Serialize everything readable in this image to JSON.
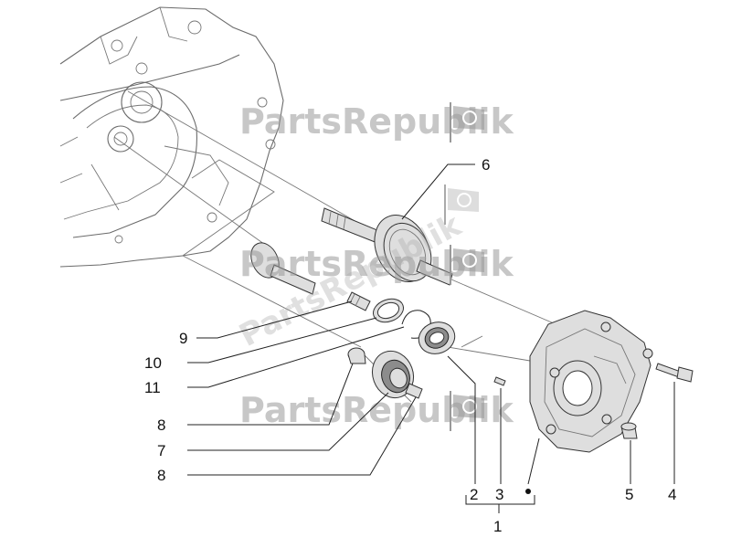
{
  "watermarks": [
    {
      "text": "PartsRepublik"
    },
    {
      "text": "PartsRepublik"
    },
    {
      "text": "PartsRepublik"
    },
    {
      "text": "PartsRepublik"
    }
  ],
  "callouts": {
    "c1": "1",
    "c2": "2",
    "c3": "3",
    "c4": "4",
    "c5": "5",
    "c6": "6",
    "c7": "7",
    "c8a": "8",
    "c8b": "8",
    "c9": "9",
    "c10": "10",
    "c11": "11"
  },
  "icons": {
    "watermark_logo": "gear-flag-icon",
    "kit_marker": "dot-marker-icon"
  },
  "colors": {
    "line": "#222222",
    "part_fill": "#dedede",
    "watermark": "#9a9a9a"
  }
}
